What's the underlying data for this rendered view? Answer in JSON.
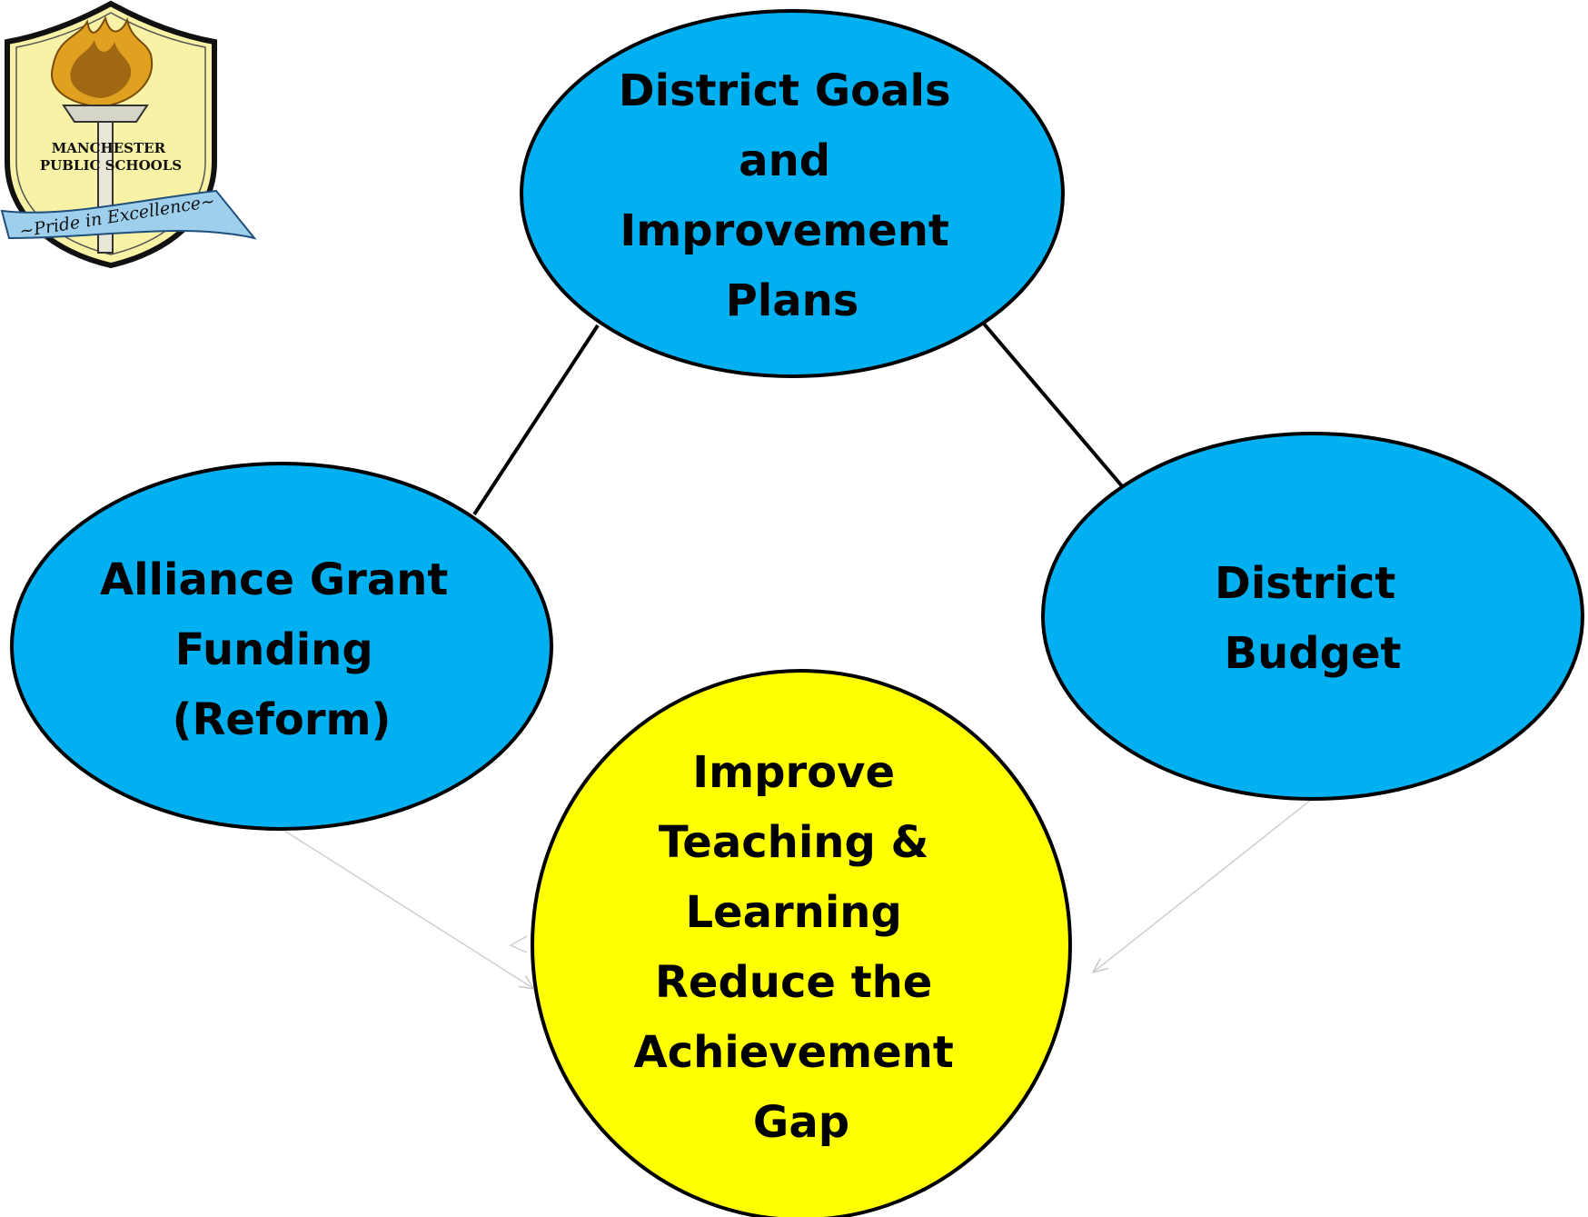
{
  "diagram": {
    "nodes": [
      {
        "id": "district-goals",
        "lines": [
          "District Goals",
          "and",
          "Improvement",
          "Plans"
        ],
        "fill": "#00b0f0"
      },
      {
        "id": "alliance-grant",
        "lines": [
          "Alliance Grant",
          "Funding",
          "(Reform)"
        ],
        "fill": "#00b0f0"
      },
      {
        "id": "district-budget",
        "lines": [
          "District",
          "Budget"
        ],
        "fill": "#00b0f0"
      },
      {
        "id": "improve-teaching",
        "lines": [
          "Improve",
          "Teaching &",
          "Learning",
          "Reduce the",
          "Achievement",
          "Gap"
        ],
        "fill": "#ffff00"
      }
    ],
    "edges": [
      {
        "from": "district-goals",
        "to": "alliance-grant",
        "style": "solid"
      },
      {
        "from": "district-goals",
        "to": "district-budget",
        "style": "solid"
      },
      {
        "from": "alliance-grant",
        "to": "improve-teaching",
        "style": "arrow"
      },
      {
        "from": "district-budget",
        "to": "improve-teaching",
        "style": "arrow"
      }
    ]
  },
  "logo": {
    "name_line1": "MANCHESTER",
    "name_line2": "PUBLIC SCHOOLS",
    "motto": "~Pride in Excellence~",
    "colors": {
      "shield": "#f7f2a6",
      "ribbon": "#9ed0ee",
      "flame": "#e0a020"
    }
  }
}
